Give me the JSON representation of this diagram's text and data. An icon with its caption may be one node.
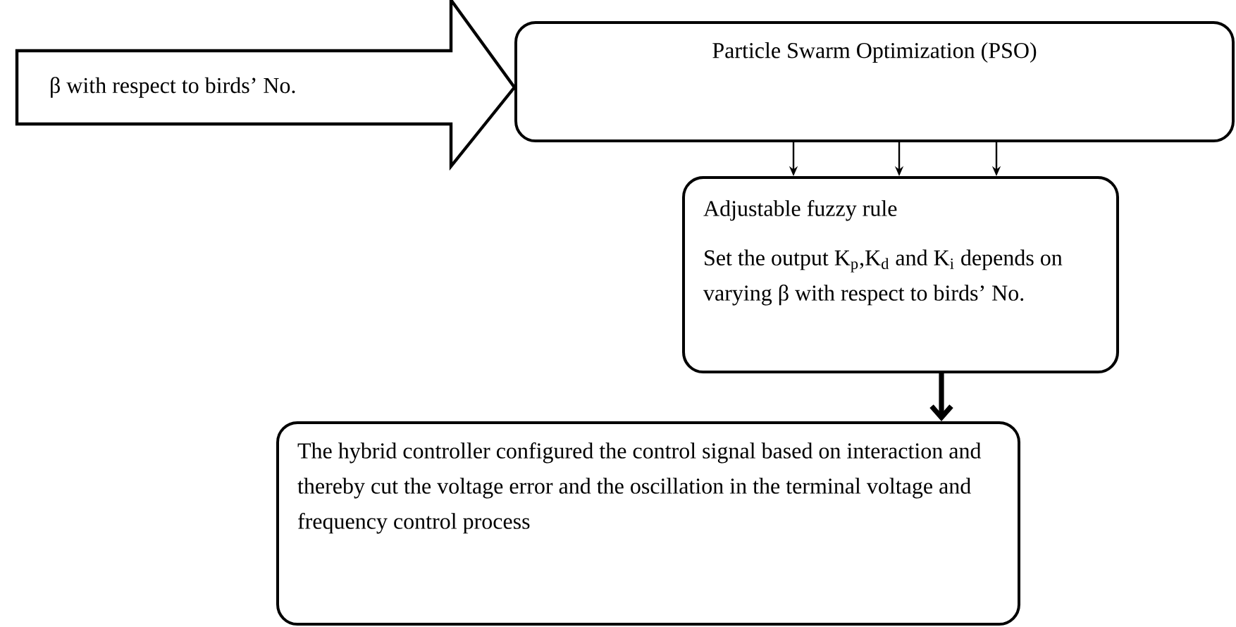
{
  "diagram": {
    "nodes": [
      {
        "text": [
          "β with respect to birds’ No."
        ]
      },
      {
        "text": [
          "Particle Swarm Optimization (PSO)"
        ]
      },
      {
        "text": [
          "Adjustable fuzzy rule",
          "Set the output K$_{p}$,K$_{d}$ and K$_{i}$ depends on varying β with respect to birds’ No."
        ]
      },
      {
        "text": [
          "The hybrid controller configured the control signal based on interaction and thereby cut the voltage error and the oscillation in the terminal voltage and frequency control process"
        ]
      }
    ],
    "edges": [
      {
        "from": 1,
        "to": 2,
        "arrow": "to"
      },
      {
        "from": 1,
        "to": 2,
        "arrow": "to"
      },
      {
        "from": 1,
        "to": 2,
        "arrow": "to"
      },
      {
        "from": 2,
        "to": 3,
        "arrow": "to",
        "style": "thick"
      }
    ]
  }
}
